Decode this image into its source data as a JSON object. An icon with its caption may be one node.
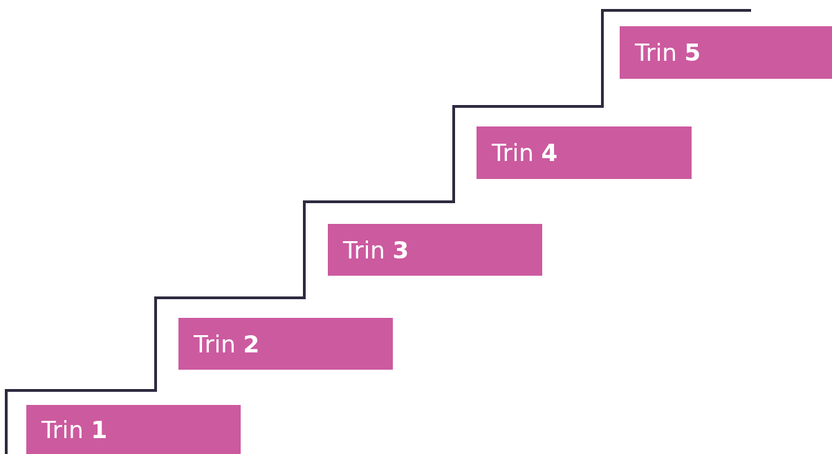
{
  "diagram": {
    "nodes": [
      {
        "text": [
          "Trin **1**"
        ]
      },
      {
        "text": [
          "Trin **2**"
        ]
      },
      {
        "text": [
          "Trin **3**"
        ]
      },
      {
        "text": [
          "Trin **4**"
        ]
      },
      {
        "text": [
          "Trin **5**"
        ]
      }
    ]
  }
}
